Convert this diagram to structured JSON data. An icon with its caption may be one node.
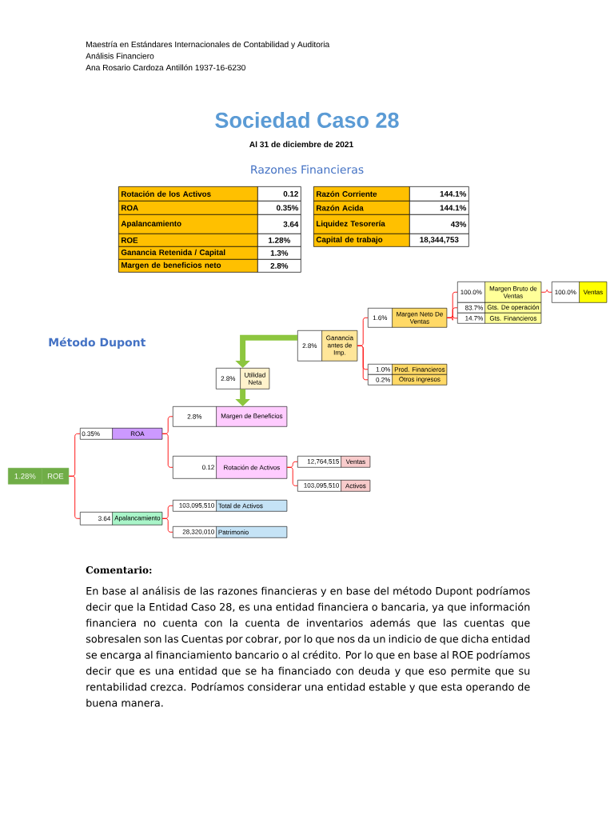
{
  "diagram": {
    "title": "Sociedad Caso 28",
    "nodes": [
      {
        "text": [
          "100.0%",
          "Margen Bruto de Ventas"
        ]
      },
      {
        "text": [
          "100.0%",
          "Ventas"
        ]
      },
      {
        "text": [
          "83.7%",
          "Gts. De operación"
        ]
      },
      {
        "text": [
          "14.7%",
          "Gts. Financieros"
        ]
      },
      {
        "text": [
          "1.6%",
          "Margen Neto De Ventas"
        ]
      },
      {
        "text": [
          "2.8%",
          "Ganancia antes de Imp."
        ]
      },
      {
        "text": [
          "2.8%",
          "Utilidad Neta"
        ]
      },
      {
        "text": [
          "1.0%",
          "Prod. Financieros"
        ]
      },
      {
        "text": [
          "0.2%",
          "Otros ingresos"
        ]
      },
      {
        "text": [
          "2.8%",
          "Margen de Beneficios"
        ]
      },
      {
        "text": [
          "0.35%",
          "ROA"
        ]
      },
      {
        "text": [
          "0.12",
          "Rotación de Activos"
        ]
      },
      {
        "text": [
          "12,764,515",
          "Ventas"
        ]
      },
      {
        "text": [
          "1.28%",
          "ROE"
        ]
      },
      {
        "text": [
          "103,095,510",
          "Activos"
        ]
      },
      {
        "text": [
          "103,095,510",
          "Total de Activos"
        ]
      },
      {
        "text": [
          "3.64",
          "Apalancamiento"
        ]
      },
      {
        "text": [
          "28,320,010",
          "Patrimonio"
        ]
      }
    ],
    "edges": [
      {
        "from": 13,
        "to": 10,
        "arrow": "none"
      },
      {
        "from": 13,
        "to": 16,
        "arrow": "none"
      },
      {
        "from": 10,
        "to": 9,
        "arrow": "none"
      },
      {
        "from": 10,
        "to": 11,
        "arrow": "none"
      },
      {
        "from": 11,
        "to": 12,
        "arrow": "none"
      },
      {
        "from": 11,
        "to": 14,
        "arrow": "none"
      },
      {
        "from": 16,
        "to": 15,
        "arrow": "none"
      },
      {
        "from": 16,
        "to": 17,
        "arrow": "none"
      },
      {
        "from": 5,
        "to": 4,
        "arrow": "none"
      },
      {
        "from": 5,
        "to": 7,
        "arrow": "none"
      },
      {
        "from": 5,
        "to": 8,
        "arrow": "none"
      },
      {
        "from": 4,
        "to": 0,
        "arrow": "none"
      },
      {
        "from": 4,
        "to": 2,
        "arrow": "none"
      },
      {
        "from": 4,
        "to": 3,
        "arrow": "none"
      },
      {
        "from": 0,
        "to": 1,
        "arrow": "none"
      },
      {
        "from": 5,
        "to": 6,
        "arrow": "to",
        "style": "thick",
        "color": "#8dc63f"
      },
      {
        "from": 6,
        "to": 9,
        "arrow": "to",
        "style": "thick",
        "color": "#8dc63f"
      }
    ],
    "labels": [
      "Maestría en Estándares Internacionales de Contabilidad y Auditoria",
      "Análisis Financiero",
      "Ana Rosario Cardoza Antillón 1937-16-6230",
      "Al 31 de diciembre de 2021",
      "Razones Financieras",
      "Rotación de los Activos",
      "0.12",
      "ROA",
      "0.35%",
      "Apalancamiento",
      "3.64",
      "ROE",
      "1.28%",
      "Ganancia Retenida / Capital",
      "1.3%",
      "Margen de beneficios neto",
      "2.8%",
      "Razón Corriente",
      "144.1%",
      "Razón Acida",
      "144.1%",
      "Liquidez Tesorería",
      "43%",
      "Capital de trabajo",
      "18,344,753",
      "Método Dupont",
      "Comentario:",
      "En base al análisis de las razones financieras y en base del método Dupont podríamos decir que la Entidad Caso 28, es una entidad financiera o bancaria, ya que información financiera no cuenta con la cuenta de inventarios además que las cuentas que sobresalen son las Cuentas por cobrar, por lo que nos da un indicio de que dicha entidad se encarga al financiamiento bancario o al crédito. Por lo que en base al ROE podríamos decir que es una entidad que se ha financiado con deuda y que eso permite que su rentabilidad crezca. Podríamos considerar una entidad estable y que esta operando de buena manera."
    ]
  }
}
